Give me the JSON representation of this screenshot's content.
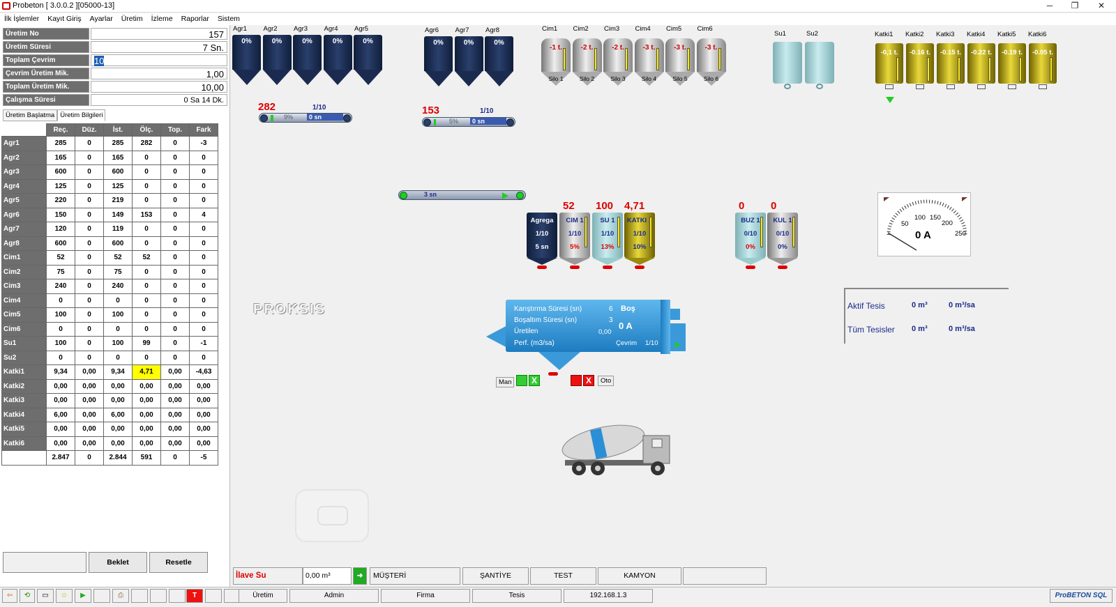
{
  "window": {
    "title": "Probeton [ 3.0.0.2 ][05000-13]",
    "min": "─",
    "max": "❐",
    "close": "✕"
  },
  "menu": [
    "İlk İşlemler",
    "Kayıt Giriş",
    "Ayarlar",
    "Üretim",
    "İzleme",
    "Raporlar",
    "Sistem"
  ],
  "info": [
    {
      "label": "Üretim No",
      "value": "157"
    },
    {
      "label": "Üretim Süresi",
      "value": "7 Sn."
    },
    {
      "label": "Toplam Çevrim",
      "value": "10"
    },
    {
      "label": "Çevrim Üretim Mik.",
      "value": "1,00"
    },
    {
      "label": "Toplam Üretim Mik.",
      "value": "10,00"
    },
    {
      "label": "Çalışma Süresi",
      "value": "0 Sa 14 Dk."
    }
  ],
  "tabs": [
    "Üretim Başlatma",
    "Üretim Bilgileri"
  ],
  "table": {
    "headers": [
      "",
      "Reç.",
      "Düz.",
      "İst.",
      "Ölç.",
      "Top.",
      "Fark"
    ],
    "rows": [
      [
        "Agr1",
        "285",
        "0",
        "285",
        "282",
        "0",
        "-3"
      ],
      [
        "Agr2",
        "165",
        "0",
        "165",
        "0",
        "0",
        "0"
      ],
      [
        "Agr3",
        "600",
        "0",
        "600",
        "0",
        "0",
        "0"
      ],
      [
        "Agr4",
        "125",
        "0",
        "125",
        "0",
        "0",
        "0"
      ],
      [
        "Agr5",
        "220",
        "0",
        "219",
        "0",
        "0",
        "0"
      ],
      [
        "Agr6",
        "150",
        "0",
        "149",
        "153",
        "0",
        "4"
      ],
      [
        "Agr7",
        "120",
        "0",
        "119",
        "0",
        "0",
        "0"
      ],
      [
        "Agr8",
        "600",
        "0",
        "600",
        "0",
        "0",
        "0"
      ],
      [
        "Cim1",
        "52",
        "0",
        "52",
        "52",
        "0",
        "0"
      ],
      [
        "Cim2",
        "75",
        "0",
        "75",
        "0",
        "0",
        "0"
      ],
      [
        "Cim3",
        "240",
        "0",
        "240",
        "0",
        "0",
        "0"
      ],
      [
        "Cim4",
        "0",
        "0",
        "0",
        "0",
        "0",
        "0"
      ],
      [
        "Cim5",
        "100",
        "0",
        "100",
        "0",
        "0",
        "0"
      ],
      [
        "Cim6",
        "0",
        "0",
        "0",
        "0",
        "0",
        "0"
      ],
      [
        "Su1",
        "100",
        "0",
        "100",
        "99",
        "0",
        "-1"
      ],
      [
        "Su2",
        "0",
        "0",
        "0",
        "0",
        "0",
        "0"
      ],
      [
        "Katki1",
        "9,34",
        "0,00",
        "9,34",
        "4,71",
        "0,00",
        "-4,63"
      ],
      [
        "Katki2",
        "0,00",
        "0,00",
        "0,00",
        "0,00",
        "0,00",
        "0,00"
      ],
      [
        "Katki3",
        "0,00",
        "0,00",
        "0,00",
        "0,00",
        "0,00",
        "0,00"
      ],
      [
        "Katki4",
        "6,00",
        "0,00",
        "6,00",
        "0,00",
        "0,00",
        "0,00"
      ],
      [
        "Katki5",
        "0,00",
        "0,00",
        "0,00",
        "0,00",
        "0,00",
        "0,00"
      ],
      [
        "Katki6",
        "0,00",
        "0,00",
        "0,00",
        "0,00",
        "0,00",
        "0,00"
      ]
    ],
    "total": [
      "Toplam",
      "2.847",
      "0",
      "2.844",
      "591",
      "0",
      "-5"
    ]
  },
  "buttons": {
    "beklet": "Beklet",
    "resetle": "Resetle"
  },
  "agg1": [
    {
      "n": "Agr1",
      "v": "0%"
    },
    {
      "n": "Agr2",
      "v": "0%"
    },
    {
      "n": "Agr3",
      "v": "0%"
    },
    {
      "n": "Agr4",
      "v": "0%"
    },
    {
      "n": "Agr5",
      "v": "0%"
    }
  ],
  "agg2": [
    {
      "n": "Agr6",
      "v": "0%"
    },
    {
      "n": "Agr7",
      "v": "0%"
    },
    {
      "n": "Agr8",
      "v": "0%"
    }
  ],
  "cim": [
    {
      "n": "Cim1",
      "v": "-1 t.",
      "s": "Silo 1"
    },
    {
      "n": "Cim2",
      "v": "-2 t.",
      "s": "Silo 2"
    },
    {
      "n": "Cim3",
      "v": "-2 t.",
      "s": "Silo 3"
    },
    {
      "n": "Cim4",
      "v": "-3 t.",
      "s": "Silo 4"
    },
    {
      "n": "Cim5",
      "v": "-3 t.",
      "s": "Silo 5"
    },
    {
      "n": "Cim6",
      "v": "-3 t.",
      "s": "Silo 6"
    }
  ],
  "su": [
    "Su1",
    "Su2"
  ],
  "katki": [
    {
      "n": "Katki1",
      "v": "-0,1 t."
    },
    {
      "n": "Katki2",
      "v": "-0.16 t."
    },
    {
      "n": "Katki3",
      "v": "-0.15 t."
    },
    {
      "n": "Katki4",
      "v": "-0.22 t."
    },
    {
      "n": "Katki5",
      "v": "-0.19 t."
    },
    {
      "n": "Katki6",
      "v": "-0.05 t."
    }
  ],
  "conv1": {
    "weight": "282",
    "cycle": "1/10",
    "pct": "9%",
    "time": "0 sn"
  },
  "conv2": {
    "weight": "153",
    "cycle": "1/10",
    "pct": "5%",
    "time": "0 sn"
  },
  "conv3": {
    "time": "3 sn"
  },
  "bins": [
    {
      "top": "",
      "name": "Agrega",
      "cyc": "1/10",
      "pct": "5 sn"
    },
    {
      "top": "52",
      "name": "CIM 1",
      "cyc": "1/10",
      "pct": "5%"
    },
    {
      "top": "100",
      "name": "SU 1",
      "cyc": "1/10",
      "pct": "13%"
    },
    {
      "top": "4,71",
      "name": "KATKI 1",
      "cyc": "1/10",
      "pct": "10%"
    },
    {
      "top": "0",
      "name": "BUZ 1",
      "cyc": "0/10",
      "pct": "0%"
    },
    {
      "top": "0",
      "name": "KUL 1",
      "cyc": "0/10",
      "pct": "0%"
    }
  ],
  "logo": "PROKSIS",
  "mixer": {
    "r1l": "Karıştırma Süresi (sn)",
    "r1v": "6",
    "r1s": "Boş",
    "r2l": "Boşaltım Süresi (sn)",
    "r2v": "3",
    "r2s": "0 A",
    "r3l": "Üretilen",
    "r3v": "0,00",
    "r4l": "Perf. (m3/sa)",
    "r4v": "Çevrim",
    "r4c": "1/10"
  },
  "mixctl": {
    "man": "Man",
    "oto": "Oto",
    "x": "X"
  },
  "gauge": {
    "ticks": [
      "50",
      "100",
      "150",
      "200",
      "250"
    ],
    "value": "0 A"
  },
  "stats": [
    {
      "label": "Aktif Tesis",
      "m3": "0 m³",
      "m3sa": "0 m³/sa"
    },
    {
      "label": "Tüm Tesisler",
      "m3": "0 m³",
      "m3sa": "0 m³/sa"
    }
  ],
  "bottombar": {
    "ilave": "İlave Su",
    "ilaveVal": "0,00 m³",
    "musteri": "MÜŞTERİ",
    "santiye": "ŞANTİYE",
    "test": "TEST",
    "kamyon": "KAMYON"
  },
  "statusbar": {
    "uretim": "Üretim",
    "admin": "Admin",
    "firma": "Firma",
    "tesis": "Tesis",
    "ip": "192.168.1.3",
    "brand": "ProBETON SQL"
  }
}
